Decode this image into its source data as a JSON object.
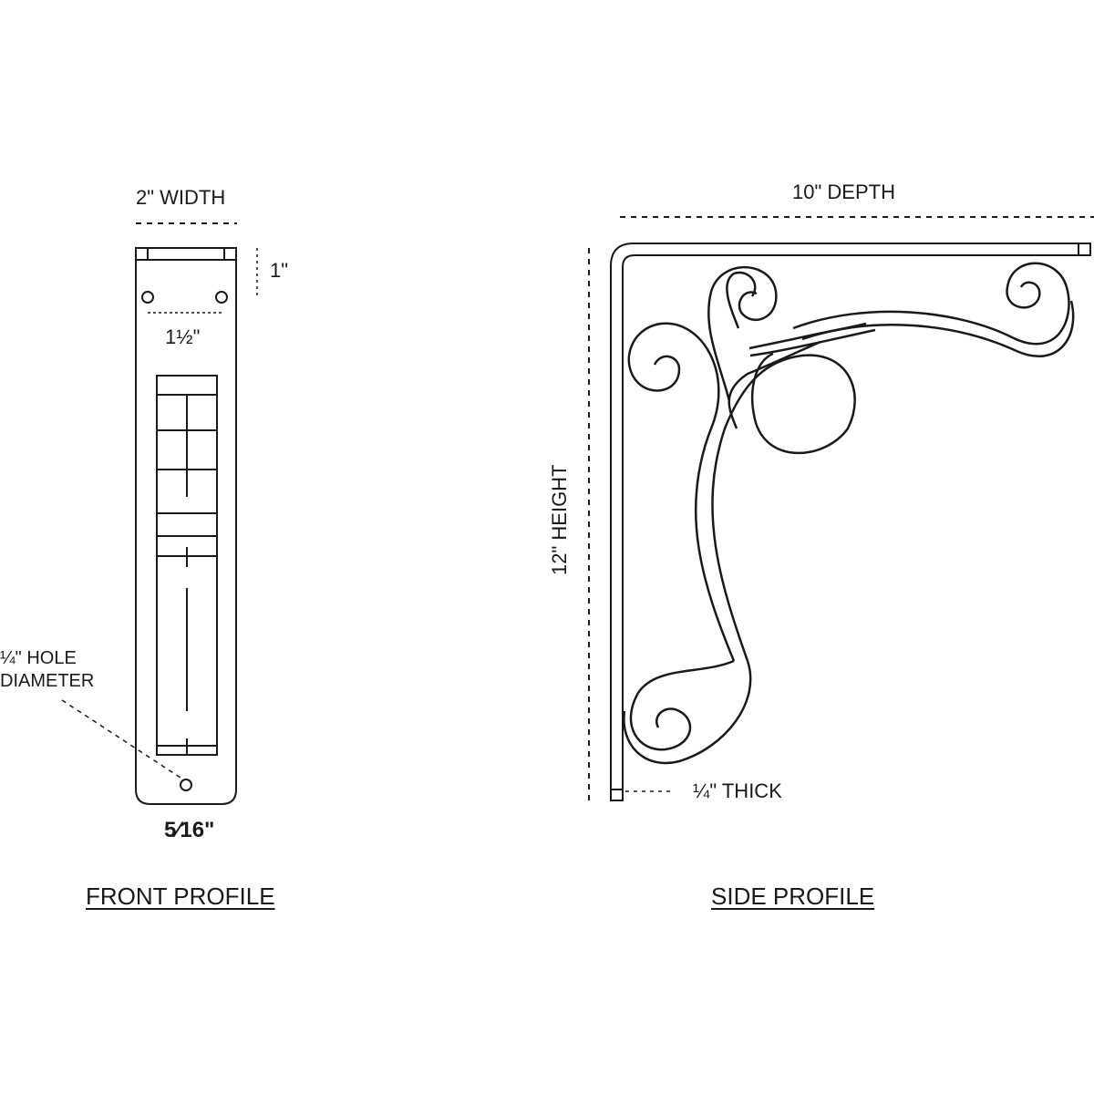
{
  "front": {
    "title": "FRONT PROFILE",
    "width_label": "2\" WIDTH",
    "top_dim_label": "1\"",
    "hole_spacing_label": "1½\"",
    "hole_label_line1": "¼\" HOLE",
    "hole_label_line2": "DIAMETER",
    "thickness_label": "5⁄16\""
  },
  "side": {
    "title": "SIDE PROFILE",
    "depth_label": "10\" DEPTH",
    "height_label": "12\" HEIGHT",
    "thick_label": "¼\" THICK"
  }
}
